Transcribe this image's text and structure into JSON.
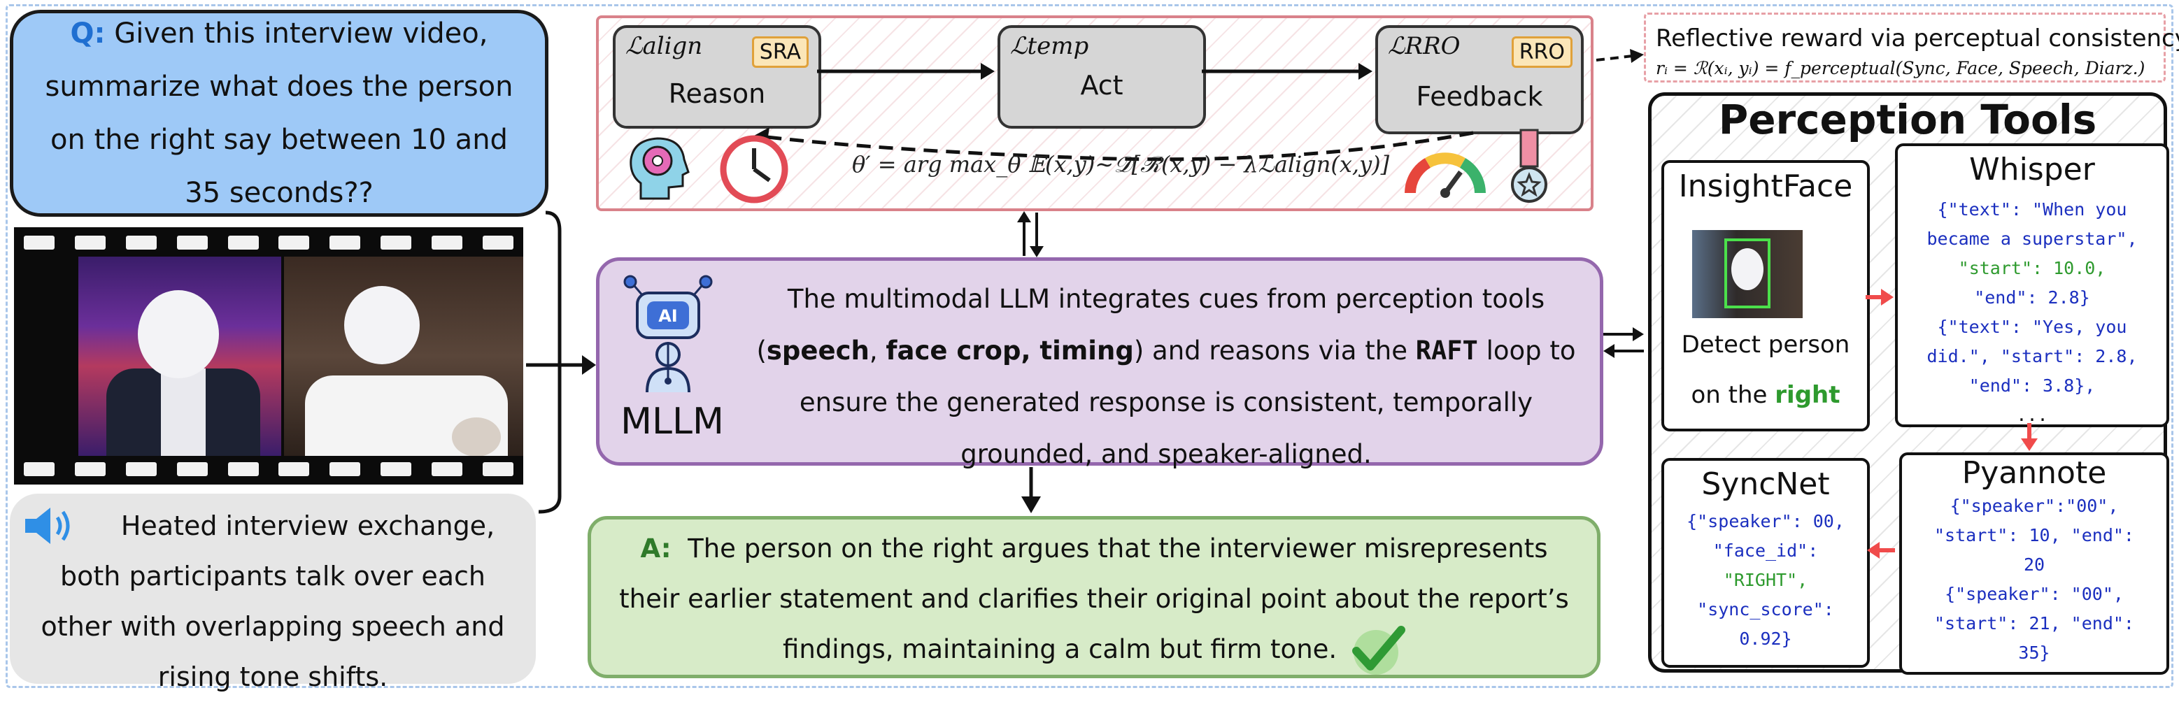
{
  "question": {
    "label": "Q:",
    "text": "Given this interview video, summarize what does the person on the right say between 10 and 35 seconds??"
  },
  "audio_caption": "Heated interview exchange, both participants talk over each other with overlapping speech and rising tone shifts.",
  "reward_loop": {
    "nodes": [
      {
        "loss": "ℒalign",
        "label": "Reason",
        "tag": "SRA"
      },
      {
        "loss": "ℒtemp",
        "label": "Act",
        "tag": ""
      },
      {
        "loss": "ℒRRO",
        "label": "Feedback",
        "tag": "RRO"
      }
    ],
    "objective": "θ′ = arg max_θ 𝔼(x,y)∼𝒟[ℛ(x,y) − λℒalign(x,y)]"
  },
  "mllm": {
    "label": "MLLM",
    "description_parts": {
      "p1": "The multimodal LLM integrates cues from perception tools (",
      "b1": "speech",
      "s1": ", ",
      "b2": "face crop, timing",
      "p2": ") and reasons via the ",
      "m1": "RAFT",
      "p3": " loop to ensure the generated response is consistent, temporally grounded, and speaker-aligned."
    },
    "icon_text": "AI"
  },
  "answer": {
    "label": "A:",
    "text": "The person on the right argues that the interviewer misrepresents their earlier statement and clarifies their original point about the report’s findings, maintaining a calm but firm tone."
  },
  "reflective_reward": {
    "title": "Reflective reward via perceptual consistency",
    "formula": "rᵢ = ℛ(xᵢ, yᵢ) = f_perceptual(Sync, Face, Speech, Diarz.)"
  },
  "perception_tools": {
    "title": "Perception Tools",
    "insightface": {
      "name": "InsightFace",
      "caption_line1": "Detect person",
      "caption_line2_prefix": "on the",
      "caption_line2_highlight": "right"
    },
    "whisper": {
      "name": "Whisper",
      "lines": [
        "{\"text\": \"When you",
        "became a superstar\",",
        "\"start\": 10.0,",
        "\"end\": 2.8}",
        "{\"text\": \"Yes, you",
        "did.\", \"start\": 2.8,",
        "\"end\": 3.8},",
        "..."
      ]
    },
    "syncnet": {
      "name": "SyncNet",
      "lines": [
        "{\"speaker\": 00,",
        "\"face_id\":",
        "\"RIGHT\",",
        "\"sync_score\":",
        "0.92}"
      ]
    },
    "pyannote": {
      "name": "Pyannote",
      "lines": [
        "{\"speaker\":\"00\",",
        "\"start\": 10, \"end\":",
        "20",
        "{\"speaker\": \"00\",",
        "\"start\": 21, \"end\":",
        "35}"
      ]
    }
  },
  "colors": {
    "question_bg": "#9ec9f7",
    "mllm_bg": "#e2d3ea",
    "answer_bg": "#d7ebc8",
    "reward_border": "#d9828a",
    "highlight_green": "#2e9a2e",
    "code_blue": "#1b2fbf",
    "arrow_red": "#f04b4b"
  }
}
